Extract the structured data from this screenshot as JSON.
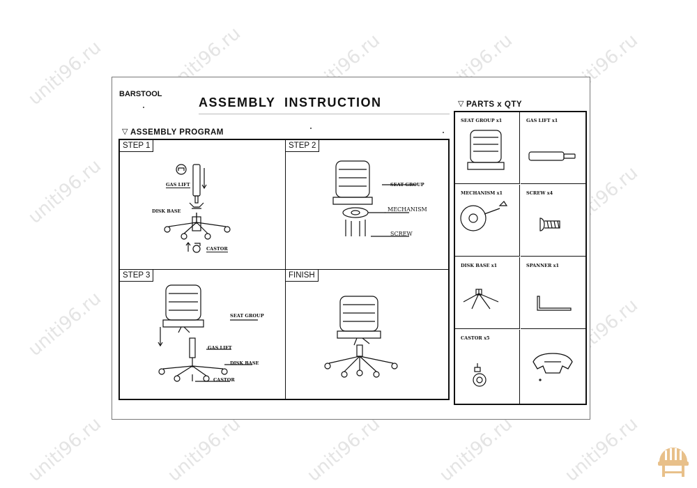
{
  "header": {
    "brand": "BARSTOOL",
    "title": "ASSEMBLY  INSTRUCTION",
    "program_heading": "ASSEMBLY PROGRAM",
    "parts_heading": "PARTS x QTY",
    "triangle": "▽"
  },
  "steps": [
    {
      "label": "STEP 1",
      "callouts": [
        "GAS LIFT",
        "DISK BASE",
        "CASTOR"
      ]
    },
    {
      "label": "STEP 2",
      "callouts": [
        "SEAT GROUP",
        "MECHANISM",
        "SCREW"
      ]
    },
    {
      "label": "STEP 3",
      "callouts": [
        "SEAT GROUP",
        "GAS LIFT",
        "DISK BASE",
        "CASTOR"
      ]
    },
    {
      "label": "FINISH",
      "callouts": []
    }
  ],
  "parts": [
    {
      "label": "SEAT GROUP x1",
      "icon": "seat-group-icon"
    },
    {
      "label": "GAS LIFT  x1",
      "icon": "gas-lift-icon"
    },
    {
      "label": "MECHANISM  x1",
      "icon": "mechanism-icon"
    },
    {
      "label": "SCREW  x4",
      "icon": "screw-icon"
    },
    {
      "label": "DISK BASE  x1",
      "icon": "disk-base-icon"
    },
    {
      "label": "SPANNER  x1",
      "icon": "spanner-icon"
    },
    {
      "label": "CASTOR  x5",
      "icon": "castor-icon"
    },
    {
      "label": "",
      "icon": "clip-icon"
    }
  ],
  "watermark": "uniti96.ru",
  "colors": {
    "line": "#111111",
    "watermark": "#e4e4e4",
    "logo": "#e8c08a"
  }
}
